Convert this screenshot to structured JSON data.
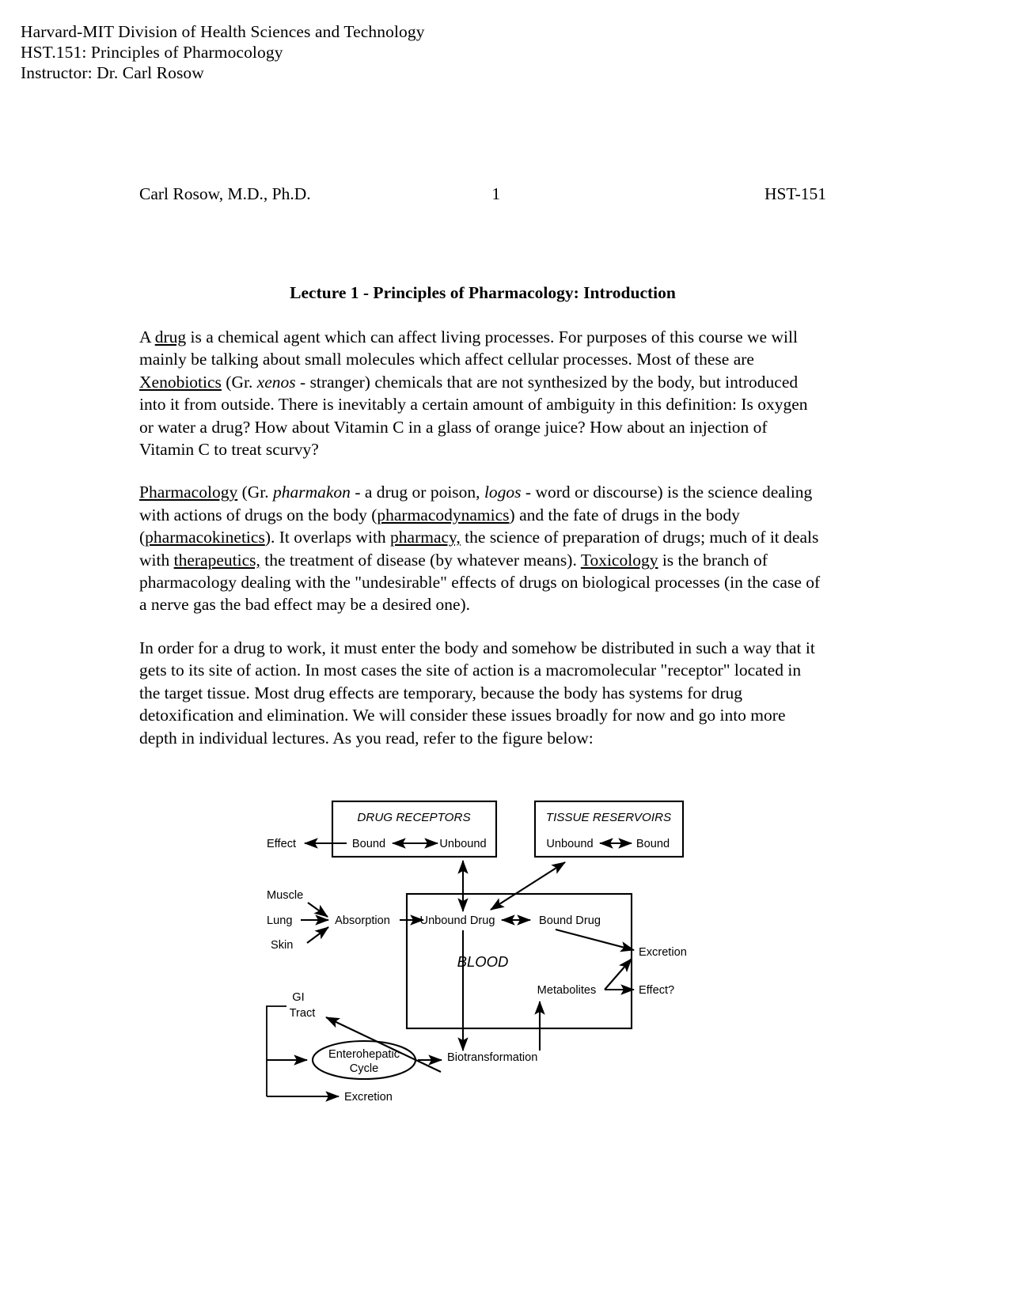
{
  "course_header": {
    "lines": [
      "Harvard-MIT Division of Health Sciences and Technology",
      "HST.151: Principles of Pharmocology",
      "Instructor: Dr. Carl Rosow"
    ]
  },
  "running_head": {
    "author": "Carl Rosow, M.D., Ph.D.",
    "page_number": "1",
    "course_code": "HST-151"
  },
  "lecture_title": "Lecture 1 - Principles of Pharmacology:  Introduction",
  "paragraphs": {
    "p1": {
      "seg1": "A ",
      "term_drug": "drug",
      "seg2": " is a chemical agent which can affect living processes.  For purposes of this course we will mainly be talking about small molecules which affect cellular processes.  Most of these are ",
      "term_xenobiotics": "Xenobiotics",
      "seg3": " (Gr. ",
      "italic_xenos": "xenos",
      "seg4": " - stranger) chemicals that are not synthesized by the body, but introduced into it from outside.  There is inevitably a certain amount of ambiguity in this definition:  Is oxygen or water a drug?  How about Vitamin C in a glass of orange juice?  How about an injection of Vitamin C to treat scurvy?"
    },
    "p2": {
      "term_pharmacology": "Pharmacology",
      "seg1": " (Gr. ",
      "italic_pharmakon": "pharmakon",
      "seg2": " - a drug or poison, ",
      "italic_logos": "logos",
      "seg3": " - word or discourse) is the science dealing with actions of drugs on the body (",
      "term_pharmacodynamics": "pharmacodynamics",
      "seg4": ") and the fate of drugs in the body (",
      "term_pharmacokinetics": "pharmacokinetics",
      "seg5": ").  It overlaps with ",
      "term_pharmacy": "pharmacy,",
      "seg6": "  the science of preparation of drugs; much of it deals with ",
      "term_therapeutics": "therapeutics,",
      "seg7": "  the treatment of disease (by whatever means). ",
      "term_toxicology": "Toxicology",
      "seg8": " is the branch of pharmacology dealing with the \"undesirable\" effects of drugs on biological processes  (in the case of a nerve gas the bad effect may be a desired one)."
    },
    "p3": {
      "text": "In order for a drug to work, it must enter the body and somehow be distributed in such a way that it gets to its site of action.  In most cases the site of action is a macromolecular \"receptor\" located in the target tissue.  Most drug effects are temporary, because the body has systems for drug detoxification and elimination.  We will consider these issues broadly for now and go into more depth in individual lectures.  As you read, refer to the figure below:"
    }
  },
  "figure": {
    "receptors_box_title": "DRUG RECEPTORS",
    "receptors_bound": "Bound",
    "receptors_unbound": "Unbound",
    "effect_label": "Effect",
    "reservoirs_box_title": "TISSUE RESERVOIRS",
    "reservoirs_unbound": "Unbound",
    "reservoirs_bound": "Bound",
    "route_muscle": "Muscle",
    "route_lung": "Lung",
    "route_skin": "Skin",
    "absorption": "Absorption",
    "blood_unbound_drug": "Unbound Drug",
    "blood_bound_drug": "Bound Drug",
    "blood_label": "BLOOD",
    "excretion_right": "Excretion",
    "metabolites": "Metabolites",
    "effect_question": "Effect?",
    "gi_tract_line1": "GI",
    "gi_tract_line2": "Tract",
    "enterohepatic_line1": "Enterohepatic",
    "enterohepatic_line2": "Cycle",
    "biotransformation": "Biotransformation",
    "excretion_bottom": "Excretion"
  },
  "colors": {
    "ink": "#000000",
    "page": "#ffffff"
  }
}
